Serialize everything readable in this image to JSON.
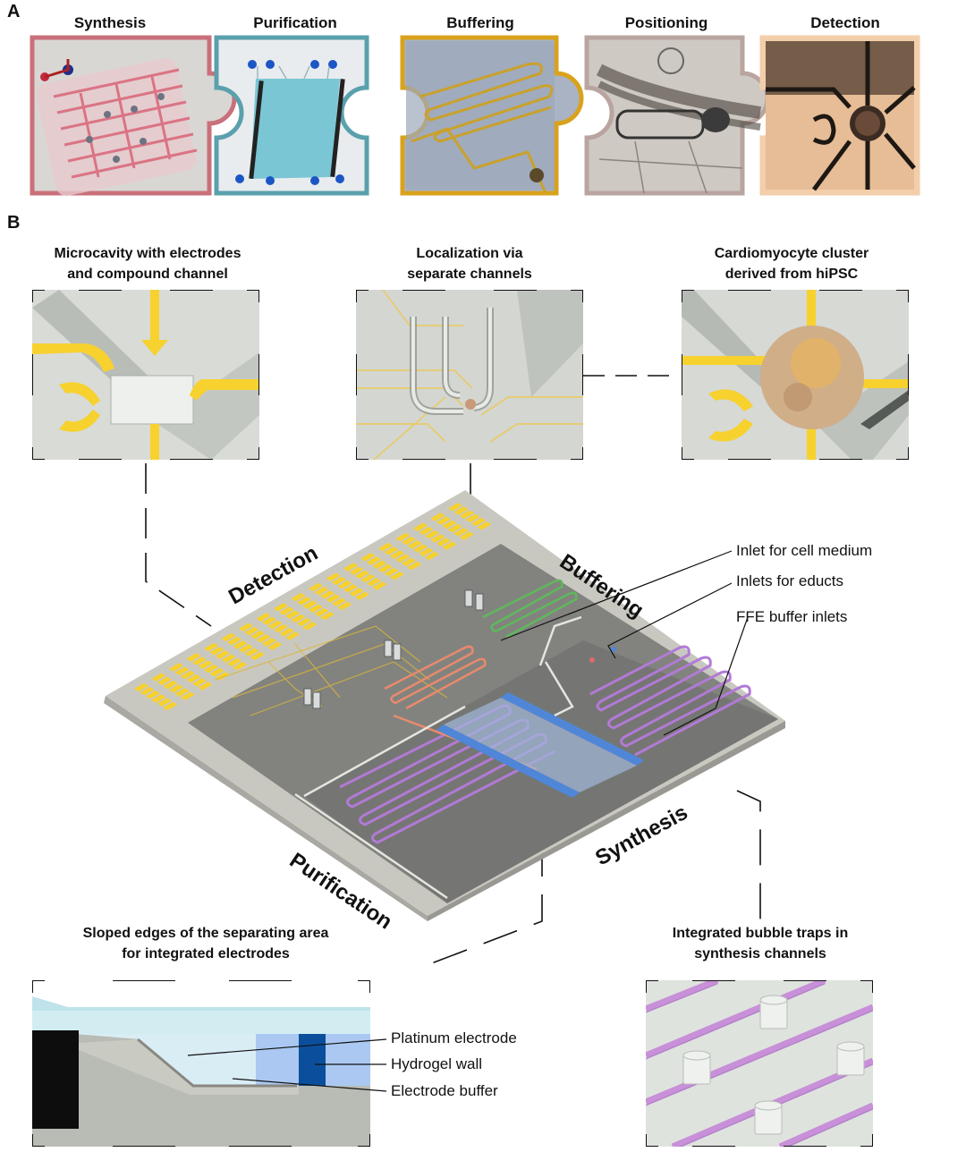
{
  "panel_a": {
    "letter": "A",
    "stages": [
      "Synthesis",
      "Purification",
      "Buffering",
      "Positioning",
      "Detection"
    ]
  },
  "panel_b": {
    "letter": "B",
    "insets": {
      "microcavity": [
        "Microcavity with electrodes",
        "and compound channel"
      ],
      "localization": [
        "Localization via",
        "separate channels"
      ],
      "cardiomyocyte": [
        "Cardiomyocyte cluster",
        "derived from hiPSC"
      ],
      "sloped": [
        "Sloped edges of the separating area",
        "for integrated electrodes"
      ],
      "bubble": [
        "Integrated bubble traps in",
        "synthesis channels"
      ]
    },
    "chip_regions": {
      "detection": "Detection",
      "buffering": "Buffering",
      "purification": "Purification",
      "synthesis": "Synthesis"
    },
    "callouts": {
      "cell_medium": "Inlet for cell medium",
      "educts": "Inlets for educts",
      "ffe": "FFE buffer inlets"
    },
    "cross_section_labels": {
      "platinum": "Platinum electrode",
      "hydrogel": "Hydrogel wall",
      "buffer": "Electrode buffer"
    }
  },
  "colors": {
    "synthesis": "#c9707a",
    "purification": "#5aa0ad",
    "buffering": "#d9a21c",
    "positioning": "#b9a49f",
    "detection": "#f3ceaa",
    "electrode_gold": "#f7d12e",
    "channel_purple": "#b27ad6",
    "channel_blue": "#4f86d8"
  }
}
